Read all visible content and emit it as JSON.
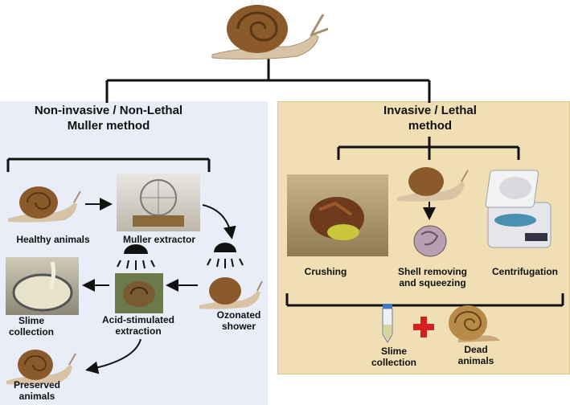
{
  "panels": {
    "left_title": "Non-invasive / Non-Lethal Muller method",
    "right_title": "Invasive / Lethal method"
  },
  "left_steps": {
    "healthy": "Healthy animals",
    "muller": "Muller extractor",
    "ozonated": "Ozonated shower",
    "acid": "Acid-stimulated extraction",
    "slime": "Slime collection",
    "preserved": "Preserved animals"
  },
  "right_steps": {
    "crushing": "Crushing",
    "shell": "Shell removing and squeezing",
    "centrifugation": "Centrifugation",
    "slime": "Slime collection",
    "dead": "Dead animals"
  },
  "colors": {
    "left_panel": "#e8edf7",
    "right_panel": "#f0dfb4",
    "plus": "#d42020",
    "snail_shell": "#8a5a2b",
    "snail_body": "#d9c3a5"
  }
}
